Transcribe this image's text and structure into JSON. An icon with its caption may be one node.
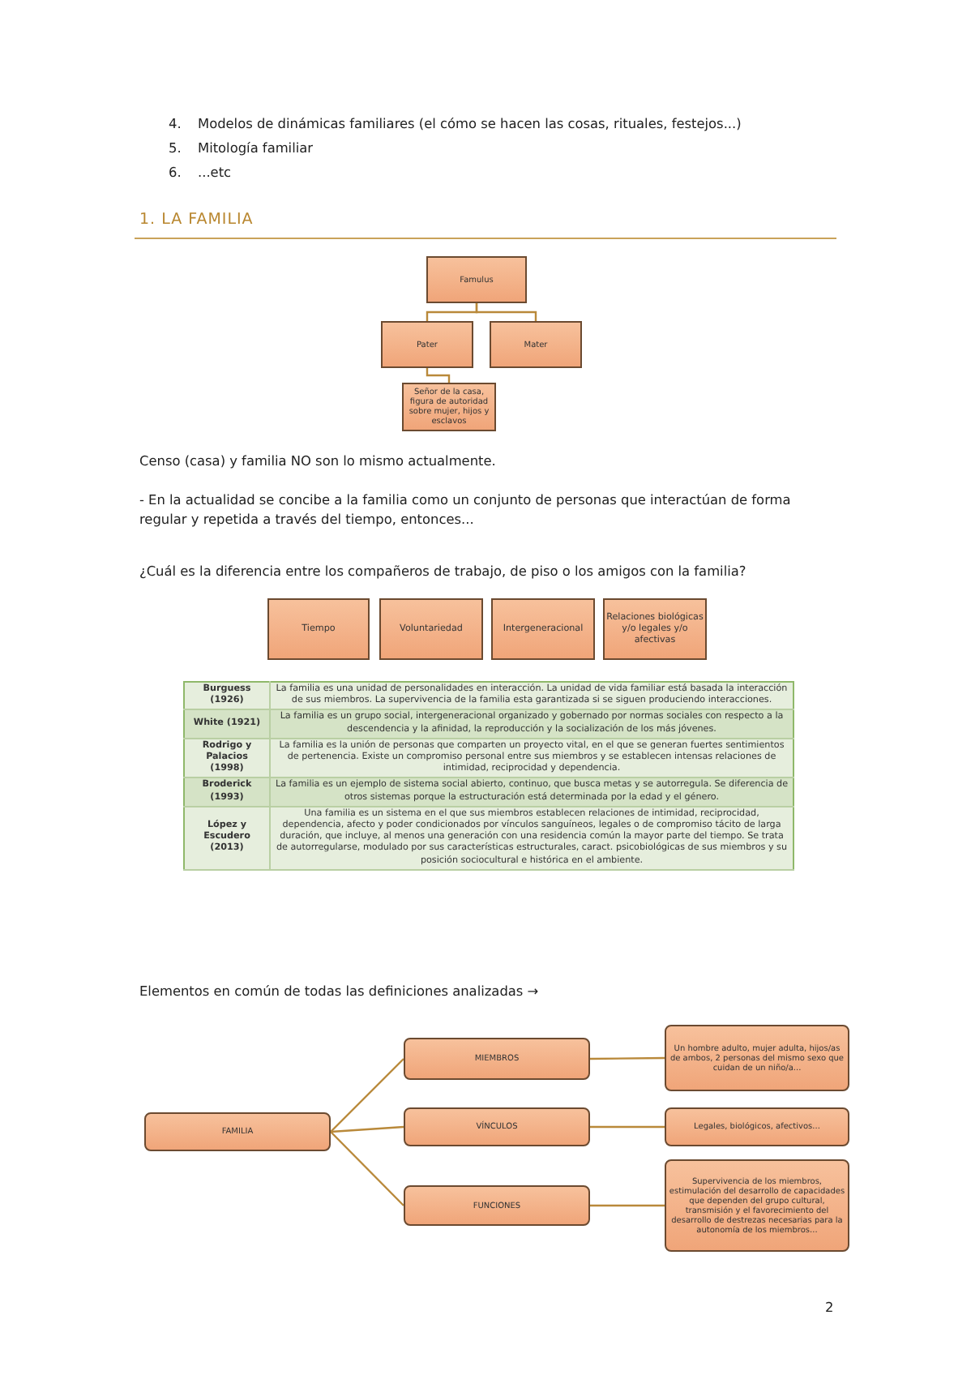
{
  "diagram": {
    "nodes": [
      {
        "text": [
          "Famulus"
        ]
      },
      {
        "text": [
          "Pater"
        ]
      },
      {
        "text": [
          "Mater"
        ]
      },
      {
        "text": [
          "Señor de la casa, figura de autoridad sobre mujer, hijos y esclavos"
        ]
      },
      {
        "text": [
          "Tiempo"
        ]
      },
      {
        "text": [
          "Voluntariedad"
        ]
      },
      {
        "text": [
          "Intergeneracional"
        ]
      },
      {
        "text": [
          "Relaciones biológicas y/o legales y/o afectivas"
        ]
      },
      {
        "text": [
          "FAMILIA"
        ]
      },
      {
        "text": [
          "MIEMBROS"
        ]
      },
      {
        "text": [
          "VÍNCULOS"
        ]
      },
      {
        "text": [
          "FUNCIONES"
        ]
      },
      {
        "text": [
          "Un hombre adulto, mujer adulta, hijos/as de ambos, 2 personas del mismo sexo que cuidan de un niño/a..."
        ]
      },
      {
        "text": [
          "Legales, biológicos, afectivos..."
        ]
      },
      {
        "text": [
          "Supervivencia de los miembros, estimulación del desarrollo de capacidades que dependen del grupo cultural, transmisión y el favorecimiento del desarrollo de destrezas necesarias para la autonomía de los miembros..."
        ]
      }
    ],
    "edges": [
      {
        "from": 0,
        "to": 1,
        "arrow": "none"
      },
      {
        "from": 0,
        "to": 2,
        "arrow": "none"
      },
      {
        "from": 1,
        "to": 3,
        "arrow": "none"
      },
      {
        "from": 8,
        "to": 9,
        "arrow": "none"
      },
      {
        "from": 8,
        "to": 10,
        "arrow": "none"
      },
      {
        "from": 8,
        "to": 11,
        "arrow": "none"
      },
      {
        "from": 9,
        "to": 12,
        "arrow": "none"
      },
      {
        "from": 10,
        "to": 13,
        "arrow": "none"
      },
      {
        "from": 11,
        "to": 14,
        "arrow": "none"
      }
    ],
    "labels": [
      "4.",
      "Modelos de dinámicas familiares (el cómo se hacen las cosas, rituales, festejos...)",
      "5.",
      "Mitología familiar",
      "6.",
      "...etc",
      "1. LA FAMILIA",
      "Censo (casa) y familia NO son lo mismo actualmente.",
      "- En la actualidad se concibe a la familia como un conjunto de personas que interactúan de forma regular y repetida a través del tiempo, entonces...",
      "¿Cuál es la diferencia entre los compañeros de trabajo, de piso o los amigos con la familia?",
      "Burguess (1926)",
      "La familia es una unidad de personalidades en interacción. La unidad de vida familiar está basada la interacción de sus miembros. La supervivencia de la familia esta garantizada si se siguen produciendo interacciones.",
      "White (1921)",
      "La familia es un grupo social, intergeneracional organizado y gobernado por normas sociales con respecto a la descendencia y la afinidad, la reproducción y la socialización de los más jóvenes.",
      "Rodrigo y Palacios (1998)",
      "La familia es la unión de personas que comparten un proyecto vital, en el que se generan fuertes sentimientos de pertenencia. Existe un compromiso personal entre sus miembros y se establecen intensas relaciones de intimidad, reciprocidad y dependencia.",
      "Broderick (1993)",
      "La familia es un ejemplo de sistema social abierto, continuo, que busca metas y se autorregula. Se diferencia de otros sistemas porque la estructuración está determinada por la edad y el género.",
      "López y Escudero (2013)",
      "Una familia es un sistema en el que sus miembros establecen relaciones de intimidad, reciprocidad, dependencia, afecto y poder condicionados por vínculos sanguíneos, legales o de compromiso tácito de larga duración, que incluye, al menos una generación con una residencia común la mayor parte del tiempo. Se trata de autorregularse, modulado por sus características estructurales, caract. psicobiológicas de sus miembros y su posición sociocultural e histórica en el ambiente.",
      "Elementos en común de todas las definiciones analizadas →",
      "2"
    ]
  }
}
